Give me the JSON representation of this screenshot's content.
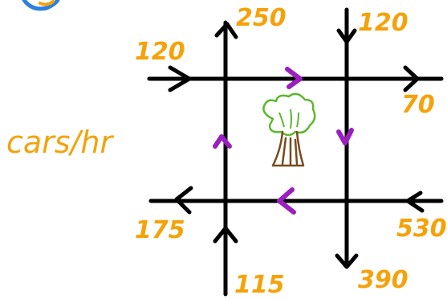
{
  "unit_label": "cars/hr",
  "flows": {
    "top_left": "250",
    "top_right": "120",
    "left_top": "120",
    "right_top": "70",
    "left_bottom": "175",
    "right_bottom": "530",
    "bottom_left": "115",
    "bottom_right": "390"
  },
  "colors": {
    "label": "#f5a20a",
    "roads": "#000000",
    "unknown_flow_arrows": "#9b1fbf",
    "tree_foliage": "#5cb82e",
    "tree_trunk": "#7a4a1e"
  },
  "icons": [
    "tree-icon",
    "circle-logo-fragment"
  ]
}
